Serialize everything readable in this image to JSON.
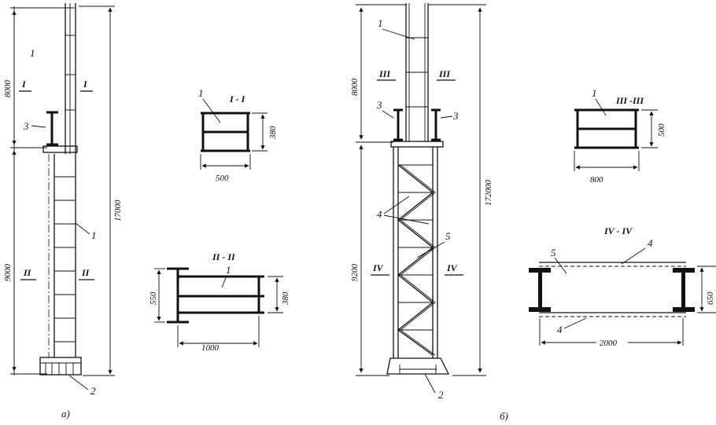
{
  "view_a": {
    "caption": "а)",
    "dimensions": {
      "upper": "8000",
      "lower": "9000",
      "total": "17000"
    },
    "labels": {
      "top_note": "1",
      "beam": "3",
      "column": "1",
      "base": "2"
    },
    "section_marks": {
      "upper": "I",
      "lower": "II"
    }
  },
  "view_b": {
    "caption": "б)",
    "dimensions": {
      "upper": "8000",
      "lower": "9200",
      "total": "172000"
    },
    "labels": {
      "column_top": "1",
      "beam_left": "3",
      "beam_right": "3",
      "lattice": "4",
      "post": "5",
      "base": "2"
    },
    "section_marks": {
      "upper": "III",
      "lower": "IV"
    }
  },
  "sections": {
    "s1": {
      "title": "I - I",
      "label": "1",
      "width": "500",
      "height": "380"
    },
    "s2": {
      "title": "II - II",
      "label": "1",
      "width": "1000",
      "height_outer": "550",
      "height_inner": "380"
    },
    "s3": {
      "title": "III -III",
      "label": "1",
      "width": "800",
      "height": "500"
    },
    "s4": {
      "title": "IV - IV",
      "label_top": "4",
      "label_post": "5",
      "label_bottom": "4",
      "width": "2000",
      "height": "650"
    }
  }
}
